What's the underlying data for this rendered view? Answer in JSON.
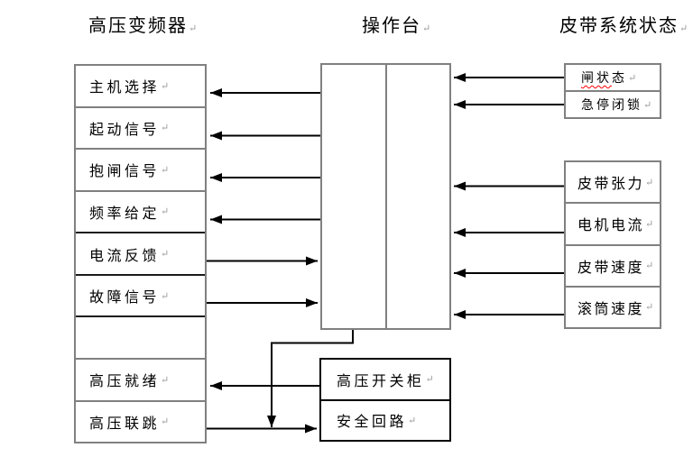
{
  "meta": {
    "return_mark": "↵"
  },
  "titles": {
    "left": "高压变频器",
    "center": "操作台",
    "right": "皮带系统状态"
  },
  "left_panel": {
    "rows": [
      "主机选择",
      "起动信号",
      "抱闸信号",
      "频率给定",
      "电流反馈",
      "故障信号",
      "",
      "高压就绪",
      "高压联跳"
    ]
  },
  "right_panel": {
    "status_group": {
      "gate_marked": "闸状",
      "gate_rest": "态",
      "estop": "急停闭锁"
    },
    "sensor_group": [
      "皮带张力",
      "电机电流",
      "皮带速度",
      "滚筒速度"
    ]
  },
  "bottom_panel": {
    "rows": [
      "高压开关柜",
      "安全回路"
    ]
  },
  "colors": {
    "box_border": "#808080",
    "dark_border": "#000000",
    "arrow": "#000000",
    "spellcheck_underline": "#ff0000",
    "return_mark": "#9b9b9b"
  }
}
